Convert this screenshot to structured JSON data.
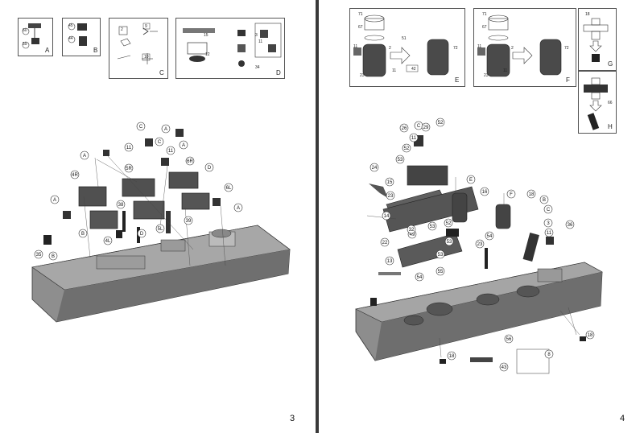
{
  "left_page": {
    "page_number": "3",
    "steps": [
      {
        "letter": "A",
        "parts": [
          "60",
          "59"
        ]
      },
      {
        "letter": "B",
        "parts": [
          "45",
          "44"
        ]
      },
      {
        "letter": "C",
        "parts": [
          "2",
          "9",
          "10"
        ]
      },
      {
        "letter": "D",
        "parts": [
          "15",
          "12",
          "3",
          "11",
          "34"
        ]
      }
    ],
    "callouts": [
      "C",
      "A",
      "11",
      "C",
      "11",
      "A",
      "5R",
      "6R",
      "D",
      "4R",
      "A",
      "A",
      "38",
      "5L",
      "B",
      "4L",
      "D",
      "39",
      "6L",
      "A",
      "35",
      "B"
    ]
  },
  "right_page": {
    "page_number": "4",
    "steps": [
      {
        "letter": "E",
        "parts": [
          "71",
          "67",
          "11",
          "2",
          "51",
          "72",
          "23",
          "11",
          "42"
        ]
      },
      {
        "letter": "F",
        "parts": [
          "71",
          "67",
          "11",
          "2",
          "72",
          "23",
          "11"
        ]
      },
      {
        "letter": "G",
        "parts": [
          "18"
        ]
      },
      {
        "letter": "H",
        "parts": [
          "66"
        ]
      }
    ],
    "callouts": [
      "26",
      "C",
      "29",
      "52",
      "11",
      "52",
      "53",
      "24",
      "23",
      "15",
      "14",
      "E",
      "F",
      "16",
      "18",
      "B",
      "3",
      "C",
      "11",
      "36",
      "49",
      "32",
      "53",
      "53",
      "52",
      "54",
      "23",
      "13",
      "53",
      "22",
      "54",
      "55",
      "56",
      "18",
      "8",
      "43",
      "18"
    ]
  }
}
